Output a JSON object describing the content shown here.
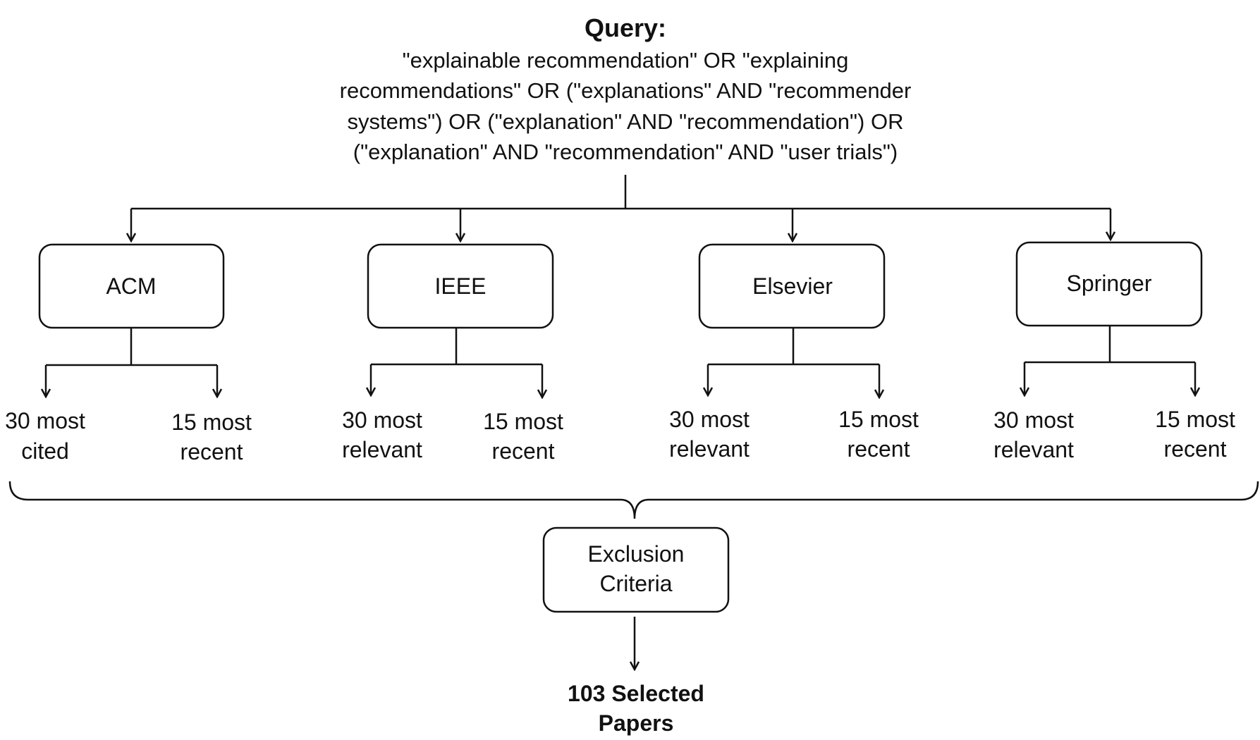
{
  "query": {
    "title": "Query:",
    "lines": [
      "\"explainable recommendation\" OR \"explaining",
      "recommendations\" OR (\"explanations\" AND \"recommender",
      "systems\") OR (\"explanation\" AND \"recommendation\") OR",
      "(\"explanation\" AND \"recommendation\" AND \"user trials\")"
    ]
  },
  "databases": [
    {
      "name": "ACM",
      "left": [
        "30 most",
        "cited"
      ],
      "right": [
        "15 most",
        "recent"
      ]
    },
    {
      "name": "IEEE",
      "left": [
        "30 most",
        "relevant"
      ],
      "right": [
        "15 most",
        "recent"
      ]
    },
    {
      "name": "Elsevier",
      "left": [
        "30 most",
        "relevant"
      ],
      "right": [
        "15 most",
        "recent"
      ]
    },
    {
      "name": "Springer",
      "left": [
        "30 most",
        "relevant"
      ],
      "right": [
        "15 most",
        "recent"
      ]
    }
  ],
  "exclusion": [
    "Exclusion",
    "Criteria"
  ],
  "result": [
    "103 Selected",
    "Papers"
  ]
}
